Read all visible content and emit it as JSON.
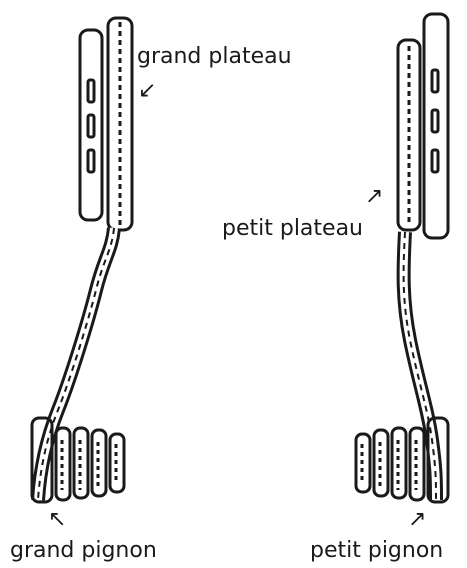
{
  "labels": {
    "grand_plateau": "grand plateau",
    "petit_plateau": "petit plateau",
    "grand_pignon": "grand pignon",
    "petit_pignon": "petit pignon"
  },
  "arrows": {
    "grand_plateau": "↙",
    "petit_plateau": "↗",
    "grand_pignon": "↖",
    "petit_pignon": "↗"
  },
  "colors": {
    "ink": "#1a1a1a",
    "background": "#ffffff"
  }
}
